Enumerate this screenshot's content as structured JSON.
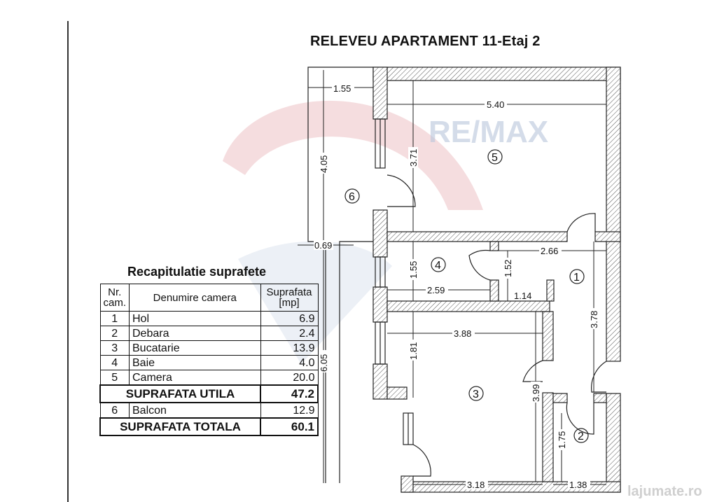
{
  "title": "RELEVEU APARTAMENT 11-Etaj 2",
  "watermarks": {
    "brand": "RE/MAX",
    "site": "lajumate.ro"
  },
  "table": {
    "title": "Recapitulatie suprafete",
    "headers": [
      "Nr. cam.",
      "Denumire camera",
      "Suprafata [mp]"
    ],
    "rows": [
      {
        "nr": "1",
        "name": "Hol",
        "area": "6.9"
      },
      {
        "nr": "2",
        "name": "Debara",
        "area": "2.4"
      },
      {
        "nr": "3",
        "name": "Bucatarie",
        "area": "13.9"
      },
      {
        "nr": "4",
        "name": "Baie",
        "area": "4.0"
      },
      {
        "nr": "5",
        "name": "Camera",
        "area": "20.0"
      }
    ],
    "utila": {
      "label": "SUPRAFATA UTILA",
      "area": "47.2"
    },
    "balcon": {
      "nr": "6",
      "name": "Balcon",
      "area": "12.9"
    },
    "totala": {
      "label": "SUPRAFATA TOTALA",
      "area": "60.1"
    }
  },
  "rooms": [
    "1",
    "2",
    "3",
    "4",
    "5",
    "6"
  ],
  "dims": {
    "balcony_w": "1.55",
    "balcony_h": "4.05",
    "balcony_narrow": "0.69",
    "balcony_long": "6.05",
    "r5_w": "5.40",
    "r5_h": "3.71",
    "r4_h": "1.55",
    "r4_w": "2.59",
    "hol_w": "2.66",
    "hol_h1": "1.52",
    "hol_w2": "1.14",
    "hol_h": "3.78",
    "r3_w": "3.88",
    "r3_h1": "1.81",
    "r3_h": "3.99",
    "r3_w2": "3.18",
    "r2_h": "1.75",
    "r2_w": "1.38"
  }
}
